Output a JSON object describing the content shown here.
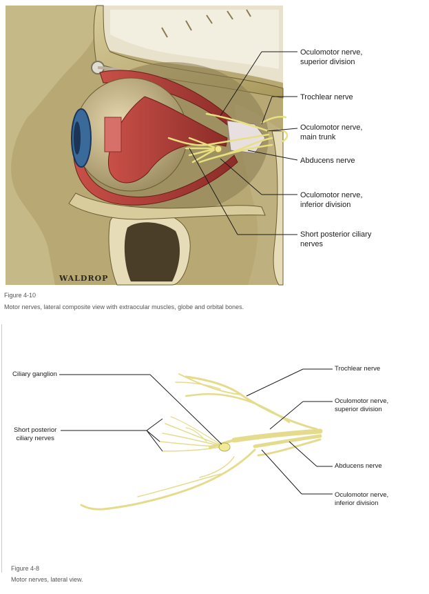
{
  "figure1": {
    "labels": {
      "oculomotor_superior": "Oculomotor nerve,\nsuperior division",
      "trochlear": "Trochlear nerve",
      "oculomotor_main": "Oculomotor nerve,\nmain trunk",
      "abducens": "Abducens nerve",
      "oculomotor_inferior": "Oculomotor nerve,\ninferior division",
      "short_posterior": "Short posterior ciliary\nnerves"
    },
    "signature": "WALDROP",
    "caption_number": "Figure 4-10",
    "caption": "Motor nerves, lateral composite view with extraocular muscles, globe and orbital bones."
  },
  "figure2": {
    "labels": {
      "ciliary_ganglion": "Ciliary ganglion",
      "short_posterior": "Short posterior\nciliary nerves",
      "trochlear": "Trochlear nerve",
      "oculomotor_superior": "Oculomotor nerve,\nsuperior division",
      "abducens": "Abducens nerve",
      "oculomotor_inferior": "Oculomotor nerve,\ninferior division"
    },
    "caption_number": "Figure 4-8",
    "caption": "Motor nerves, lateral view."
  },
  "colors": {
    "bone": "#c8b98a",
    "bone_dark": "#8a7a4a",
    "muscle": "#b8403a",
    "globe": "#c8b890",
    "iris": "#3a6a9a",
    "nerve": "#e8e080",
    "background_dark": "#2a2418"
  }
}
